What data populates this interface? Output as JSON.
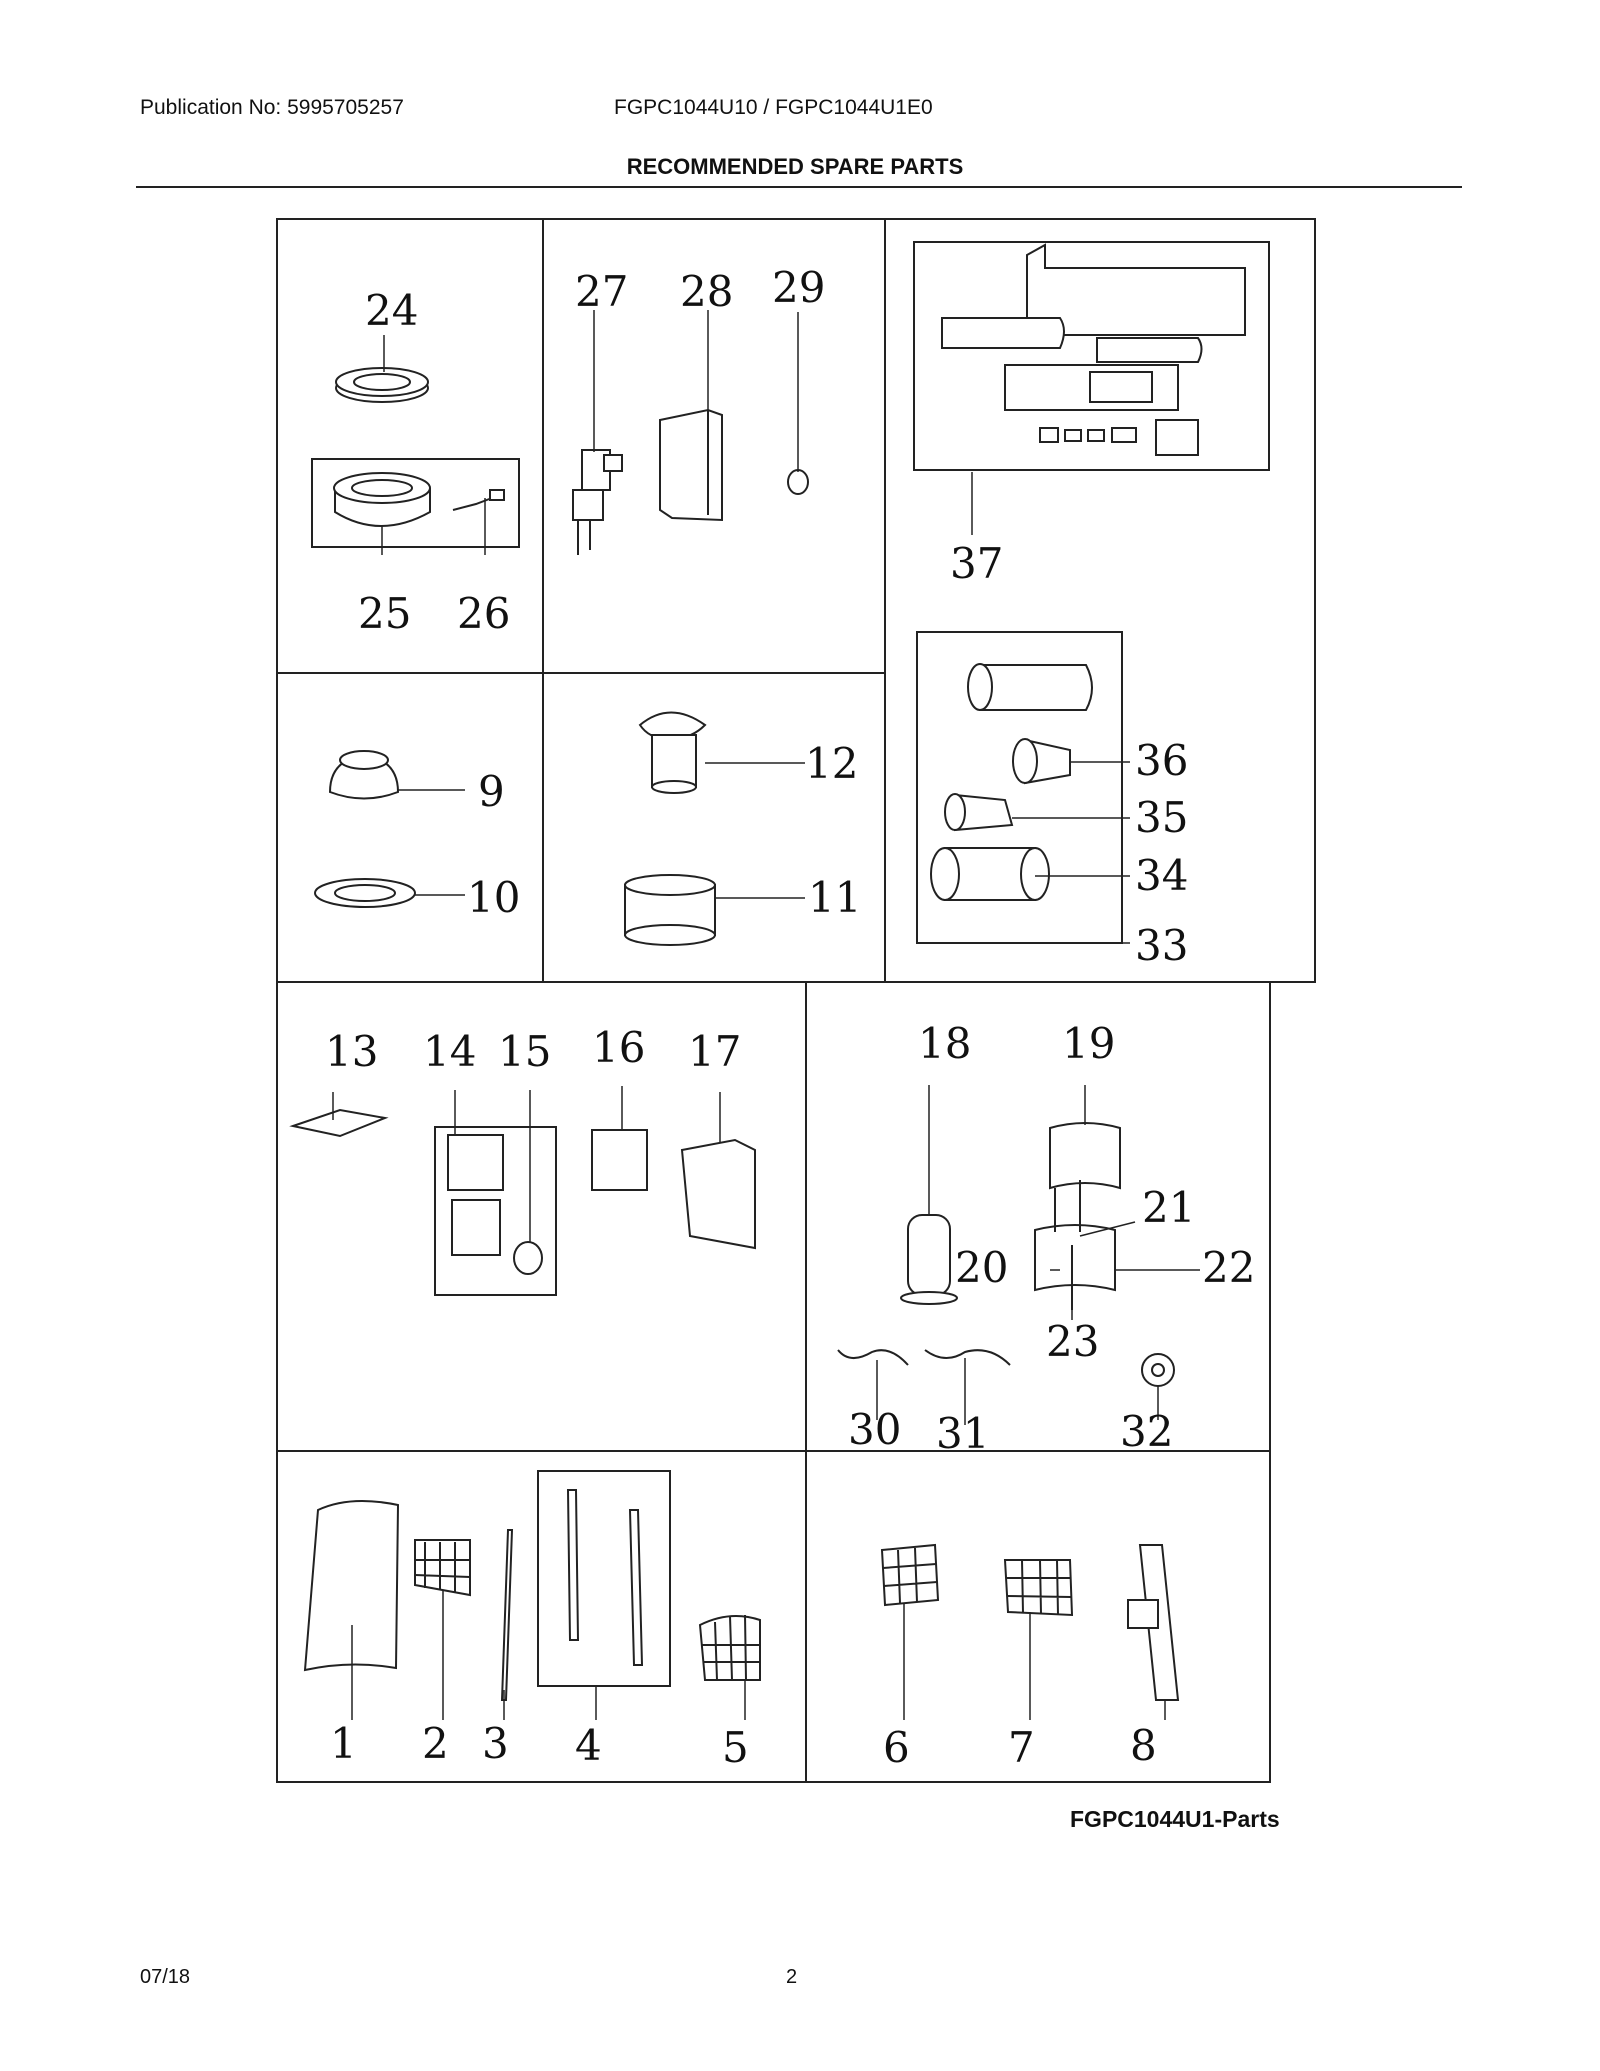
{
  "header": {
    "publication": "Publication No: 5995705257",
    "models": "FGPC1044U10 / FGPC1044U1E0",
    "title": "RECOMMENDED SPARE PARTS"
  },
  "parts": [
    {
      "id": "24",
      "label": "24"
    },
    {
      "id": "25",
      "label": "25"
    },
    {
      "id": "26",
      "label": "26"
    },
    {
      "id": "27",
      "label": "27"
    },
    {
      "id": "28",
      "label": "28"
    },
    {
      "id": "29",
      "label": "29"
    },
    {
      "id": "37",
      "label": "37"
    },
    {
      "id": "9",
      "label": "9"
    },
    {
      "id": "10",
      "label": "10"
    },
    {
      "id": "12",
      "label": "12"
    },
    {
      "id": "11",
      "label": "11"
    },
    {
      "id": "36",
      "label": "36"
    },
    {
      "id": "35",
      "label": "35"
    },
    {
      "id": "34",
      "label": "34"
    },
    {
      "id": "33",
      "label": "33"
    },
    {
      "id": "13",
      "label": "13"
    },
    {
      "id": "14",
      "label": "14"
    },
    {
      "id": "15",
      "label": "15"
    },
    {
      "id": "16",
      "label": "16"
    },
    {
      "id": "17",
      "label": "17"
    },
    {
      "id": "18",
      "label": "18"
    },
    {
      "id": "19",
      "label": "19"
    },
    {
      "id": "21",
      "label": "21"
    },
    {
      "id": "20",
      "label": "20"
    },
    {
      "id": "22",
      "label": "22"
    },
    {
      "id": "23",
      "label": "23"
    },
    {
      "id": "30",
      "label": "30"
    },
    {
      "id": "31",
      "label": "31"
    },
    {
      "id": "32",
      "label": "32"
    },
    {
      "id": "1",
      "label": "1"
    },
    {
      "id": "2",
      "label": "2"
    },
    {
      "id": "3",
      "label": "3"
    },
    {
      "id": "4",
      "label": "4"
    },
    {
      "id": "5",
      "label": "5"
    },
    {
      "id": "6",
      "label": "6"
    },
    {
      "id": "7",
      "label": "7"
    },
    {
      "id": "8",
      "label": "8"
    }
  ],
  "footer": {
    "diagram_ref": "FGPC1044U1-Parts",
    "date": "07/18",
    "page": "2"
  }
}
